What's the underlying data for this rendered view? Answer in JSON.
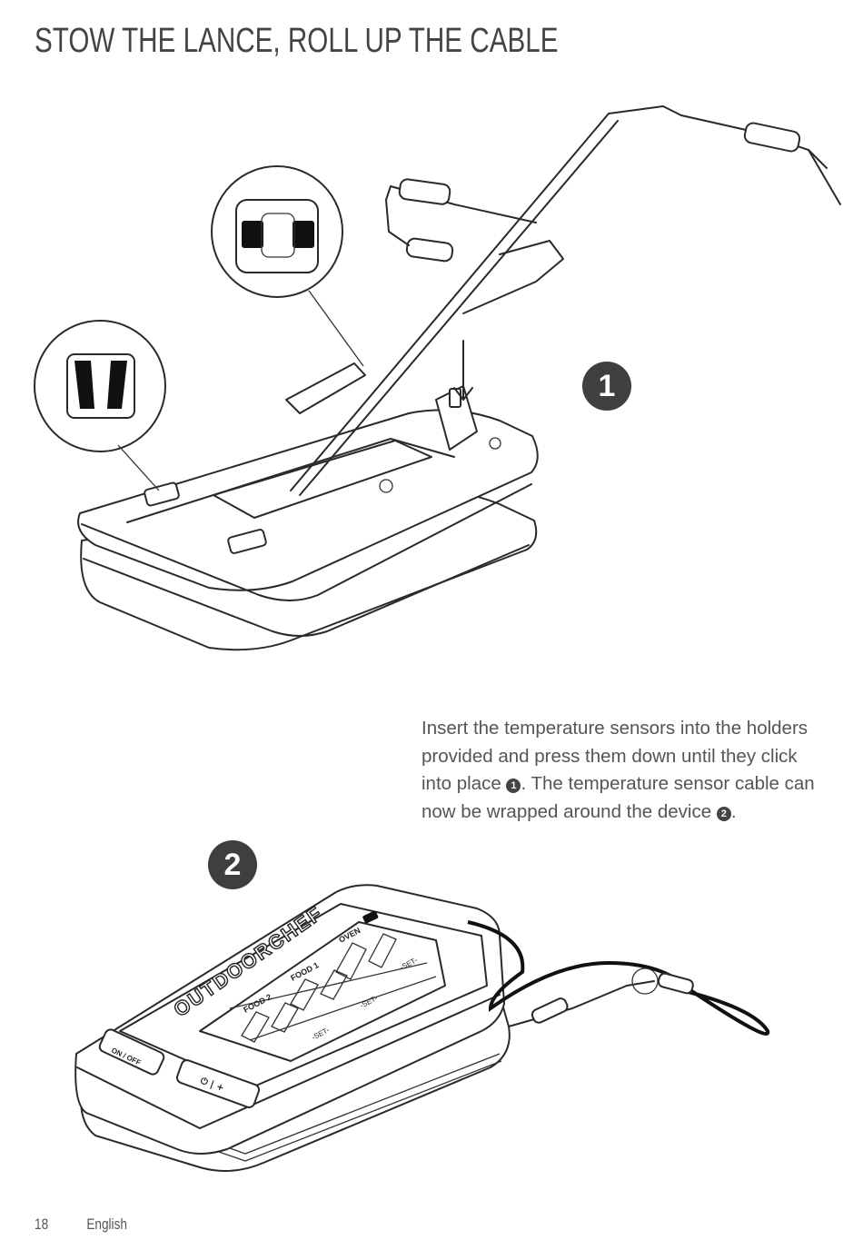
{
  "page": {
    "title": "STOW THE LANCE, ROLL UP THE CABLE",
    "instruction": {
      "part1": "Insert the temperature sensors into the holders provided and press them down until they click into place ",
      "ref1": "1",
      "part2": ". The temperature sensor cable can now be wrapped around the device ",
      "ref2": "2",
      "part3": "."
    },
    "step_badges": [
      "1",
      "2"
    ],
    "device_labels": {
      "brand": "OUTDOORCHEF",
      "oven": "OVEN",
      "food1": "FOOD 1",
      "food2": "FOOD 2",
      "set": "-SET-",
      "power_button": "ON / OFF",
      "controls_button": "⏻ | +"
    },
    "footer": {
      "page_number": "18",
      "language": "English"
    }
  }
}
